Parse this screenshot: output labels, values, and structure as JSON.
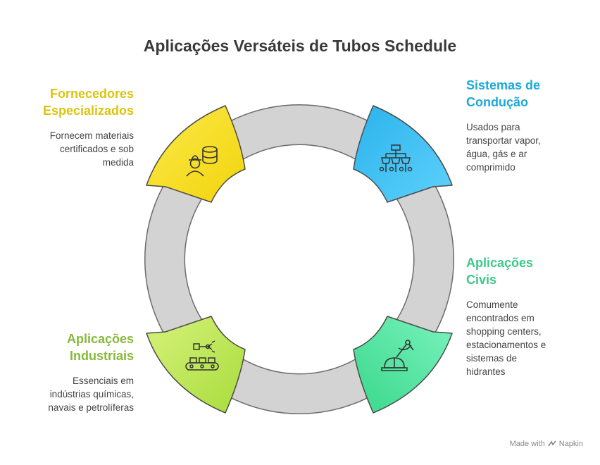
{
  "title": "Aplicações Versáteis de Tubos Schedule",
  "sections": {
    "fornecedores": {
      "heading": "Fornecedores\nEspecializados",
      "description": "Fornecem materiais\ncertificados e sob\nmedida",
      "color": "#f8e12a",
      "icon": "worker-database-icon"
    },
    "sistemas": {
      "heading": "Sistemas de\nCondução",
      "description": "Usados para\ntransportar vapor,\nágua, gás e ar\ncomprimido",
      "color": "#37c2f3",
      "icon": "piping-system-icon"
    },
    "civis": {
      "heading": "Aplicações\nCivis",
      "description": "Comumente\nencontrados em\nshopping centers,\nestacionamentos e\nsistemas de\nhidrantes",
      "color": "#4fe39f",
      "icon": "hardhat-compass-icon"
    },
    "industriais": {
      "heading": "Aplicações\nIndustriais",
      "description": "Essenciais em\nindústrias químicas,\nnavais e petrolíferas",
      "color": "#bfe756",
      "icon": "robot-arm-conveyor-icon"
    }
  },
  "footer": {
    "text": "Made with",
    "brand": "Napkin"
  }
}
